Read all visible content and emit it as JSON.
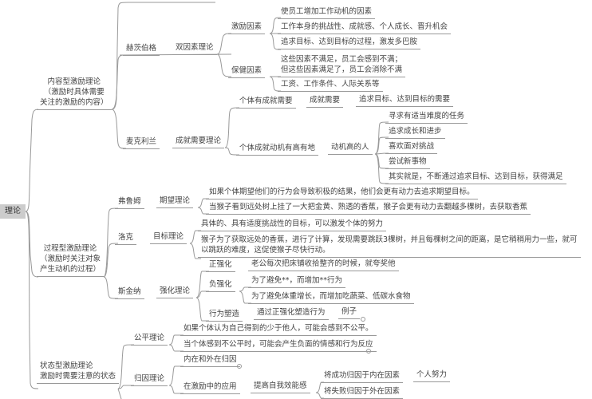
{
  "root": "理论",
  "content": {
    "label": "内容型激励理论\n（激励时具体需要\n关注的激励的内容）",
    "herzberg": {
      "name": "赫茨伯格",
      "theory": "双因素理论",
      "motivators": {
        "label": "激励因素",
        "items": [
          "使员工增加工作动机的因素",
          "工作本身的挑战性、成就感、个人成长、晋升机会",
          "追求目标、达到目标的过程，激发多巴胺"
        ]
      },
      "hygiene": {
        "label": "保健因素",
        "items": [
          "这些因素不满足，员工会感到不满；\n但这些因素满足了，员工会消除不满",
          "工资、工作条件、人际关系等"
        ]
      }
    },
    "mcclelland": {
      "name": "麦克利兰",
      "theory": "成就需要理论",
      "need": {
        "label": "个体有成就需要",
        "sub": "成就需要",
        "desc": "追求目标、达到目标的需要"
      },
      "motive": {
        "label": "个体成就动机有高有地",
        "sub": "动机高的人",
        "items": [
          "寻求有适当难度的任务",
          "追求成长和进步",
          "喜欢面对挑战",
          "尝试新事物",
          "其实就是，不断通过追求目标、达到目标，获得满足"
        ]
      }
    }
  },
  "process": {
    "label": "过程型激励理论\n（激励时关注对象\n产生动机的过程）",
    "vroom": {
      "name": "弗鲁姆",
      "theory": "期望理论",
      "items": [
        "如果个体期望他们的行为会导致积极的结果，他们会更有动力去追求期望目标。",
        "当猴子看到远处树上挂了一大把金黄、熟透的香蕉，猴子会更有动力去翻越多棵树，去获取香蕉"
      ]
    },
    "locke": {
      "name": "洛克",
      "theory": "目标理论",
      "items": [
        "具体的、具有适度挑战性的目标，可以激发个体的努力",
        "猴子为了获取远处的香蕉，进行了计算，发现需要跳跃3棵树，并且每棵树之间的距离，是它稍稍用力一些，就可\n以跳跃的难度，这促使猴子尽快行动。"
      ]
    },
    "skinner": {
      "name": "斯金纳",
      "theory": "强化理论",
      "positive": {
        "label": "正强化",
        "items": [
          "老公每次把床铺收拾整齐的时候，就夸奖他"
        ]
      },
      "negative": {
        "label": "负强化",
        "items": [
          "为了避免**，而增加**行为",
          "为了避免体重增长，而增加吃蔬菜、低碳水食物"
        ]
      },
      "shaping": {
        "label": "行为塑造",
        "desc": "通过正强化塑造行为",
        "example": "例子"
      }
    }
  },
  "state": {
    "label": "状态型激励理论\n激励时需要注意的状态",
    "equity": {
      "name": "公平理论",
      "items": [
        "如果个体认为自己得到的少于他人，可能会感到不公平。",
        "当个体感到不公平时，可能会产生负面的情感和行为反应"
      ]
    },
    "attribution": {
      "name": "归因理论",
      "internal_external": "内在和外在归因",
      "application": {
        "label": "在激励中的应用",
        "sub": "提高自我效能感",
        "success": "将成功归因于内在因素",
        "success_example": "个人努力",
        "failure": "将失败归因于外在因素"
      }
    }
  }
}
